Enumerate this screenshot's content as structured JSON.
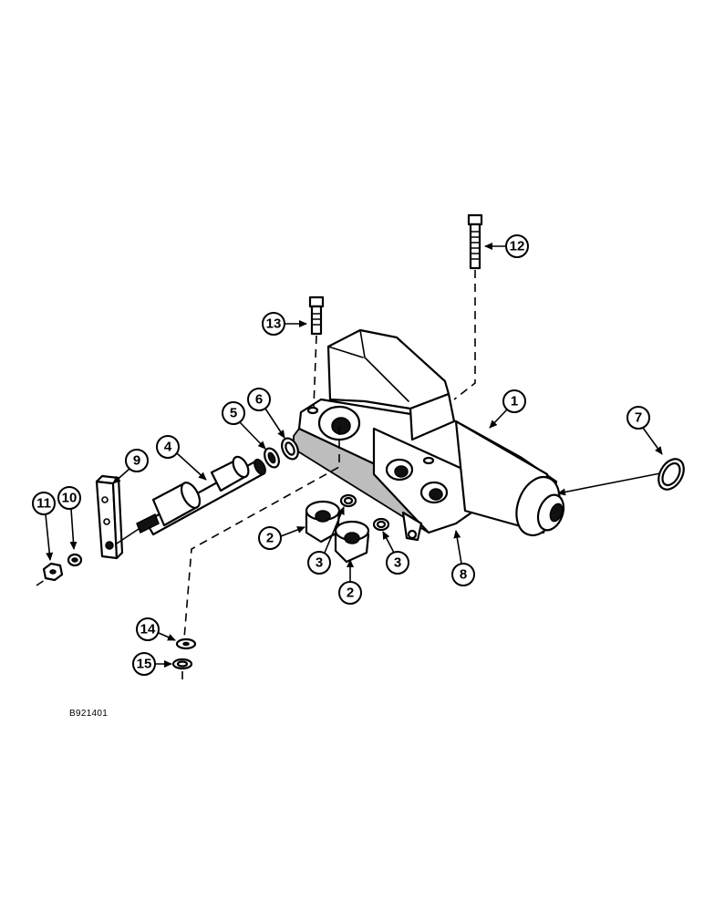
{
  "figure_id": "B921401",
  "callouts": {
    "c1": "1",
    "c2a": "2",
    "c2b": "2",
    "c3a": "3",
    "c3b": "3",
    "c4": "4",
    "c5": "5",
    "c6": "6",
    "c7": "7",
    "c8": "8",
    "c9": "9",
    "c10": "10",
    "c11": "11",
    "c12": "12",
    "c13": "13",
    "c14": "14",
    "c15": "15"
  }
}
